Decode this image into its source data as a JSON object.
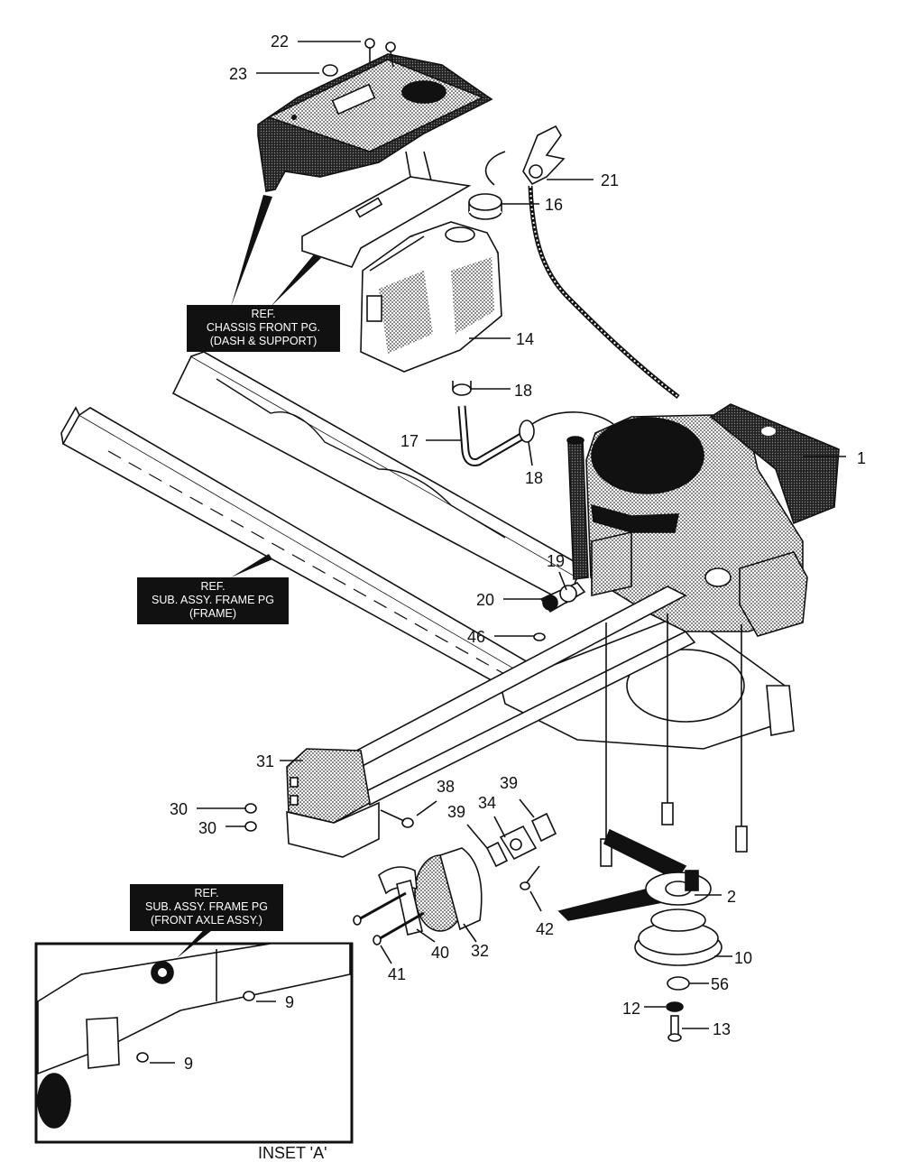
{
  "diagram": {
    "ref_boxes": {
      "chassis_front": [
        "REF.",
        "CHASSIS FRONT PG.",
        "(DASH & SUPPORT)"
      ],
      "subassy_frame": [
        "REF.",
        "SUB. ASSY. FRAME PG",
        "(FRAME)"
      ],
      "front_axle": [
        "REF.",
        "SUB. ASSY. FRAME PG",
        "(FRONT AXLE ASSY.)"
      ]
    },
    "inset_caption": "INSET 'A'",
    "labels": {
      "p22": "22",
      "p23": "23",
      "p21": "21",
      "p16": "16",
      "p14": "14",
      "p18a": "18",
      "p17": "17",
      "p18b": "18",
      "p1": "1",
      "p19": "19",
      "p20": "20",
      "p46": "46",
      "p31": "31",
      "p38": "38",
      "p39a": "39",
      "p30a": "30",
      "p30b": "30",
      "p39b": "39",
      "p34": "34",
      "p42": "42",
      "p2": "2",
      "p40": "40",
      "p32": "32",
      "p10": "10",
      "p41": "41",
      "p56": "56",
      "p12": "12",
      "p13": "13",
      "p9a": "9",
      "p9b": "9"
    }
  }
}
